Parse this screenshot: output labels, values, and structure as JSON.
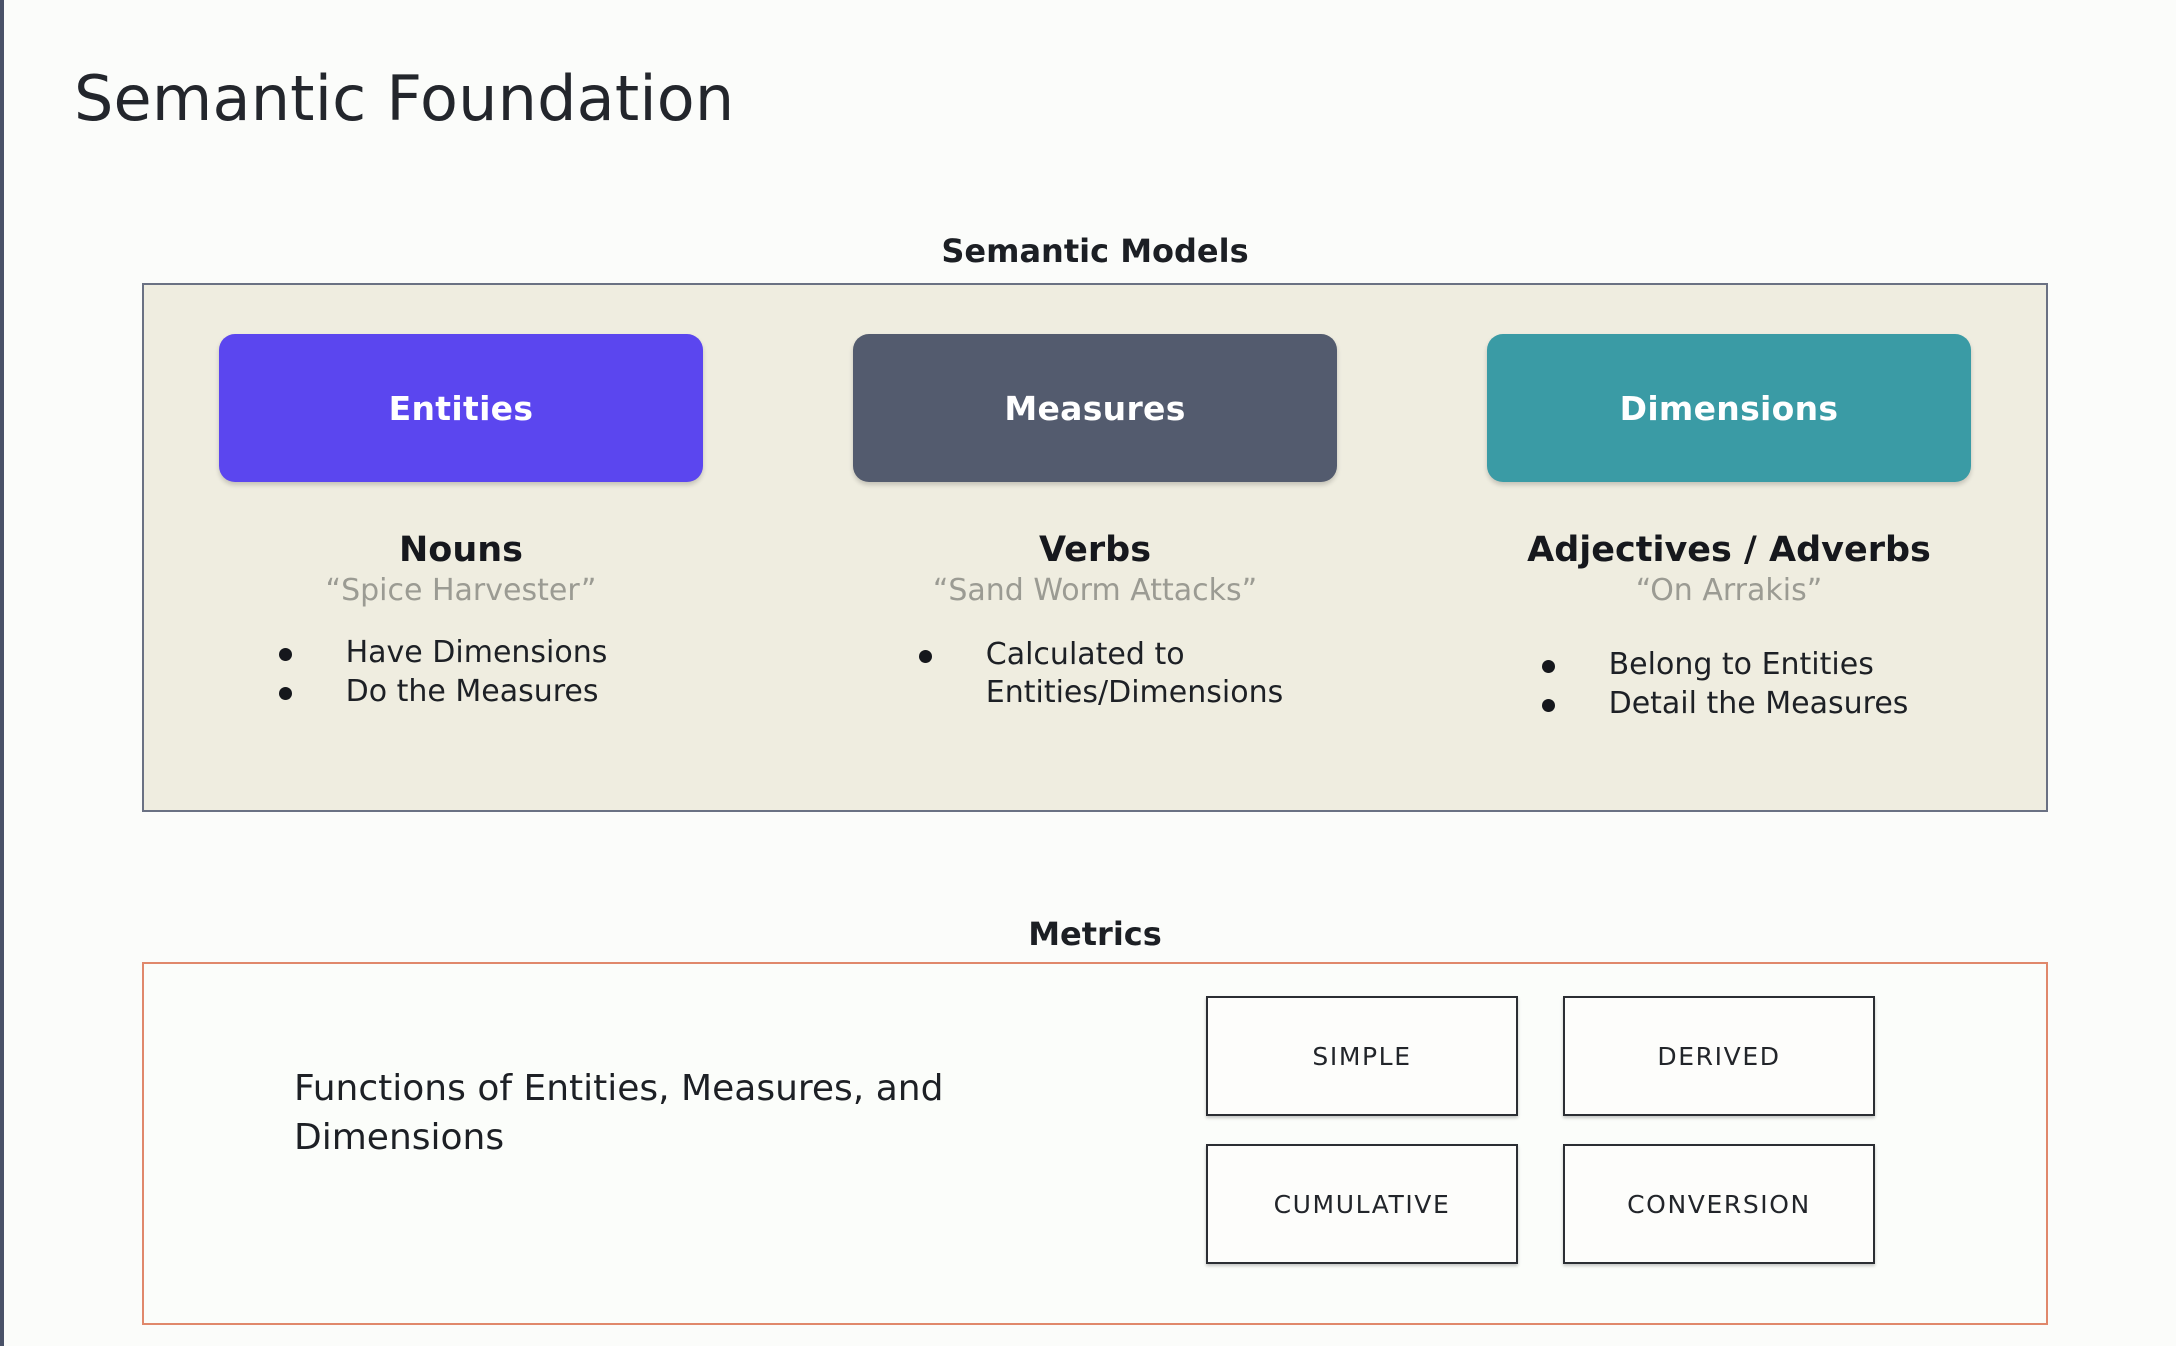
{
  "page": {
    "title": "Semantic Foundation"
  },
  "semantic_models": {
    "heading": "Semantic Models",
    "columns": [
      {
        "pill_label": "Entities",
        "pill_color": "#5B46EF",
        "part_of_speech": "Nouns",
        "example": "“Spice Harvester”",
        "bullets": [
          "Have Dimensions",
          "Do the Measures"
        ]
      },
      {
        "pill_label": "Measures",
        "pill_color": "#535B6E",
        "part_of_speech": "Verbs",
        "example": "“Sand Worm Attacks”",
        "bullets": [
          "Calculated to\nEntities/Dimensions"
        ]
      },
      {
        "pill_label": "Dimensions",
        "pill_color": "#3A9BA5",
        "part_of_speech": "Adjectives / Adverbs",
        "example": "“On Arrakis”",
        "bullets": [
          "Belong to Entities",
          "Detail the Measures"
        ]
      }
    ]
  },
  "metrics": {
    "heading": "Metrics",
    "border_color": "#E0886B",
    "description": "Functions of Entities, Measures, and Dimensions",
    "types": [
      "SIMPLE",
      "DERIVED",
      "CUMULATIVE",
      "CONVERSION"
    ]
  }
}
